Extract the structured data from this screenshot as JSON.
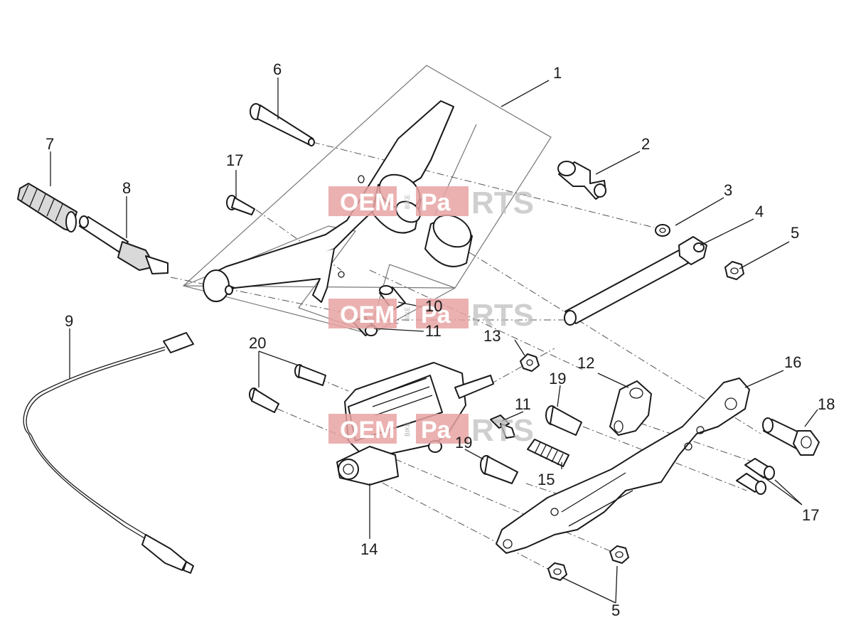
{
  "watermark": {
    "brand_left": "OEM",
    "brand_side": "BIKE",
    "brand_mid": "Pa",
    "brand_right": "RTS"
  },
  "callouts": [
    {
      "id": "c1",
      "text": "1"
    },
    {
      "id": "c2",
      "text": "2"
    },
    {
      "id": "c3",
      "text": "3"
    },
    {
      "id": "c4",
      "text": "4"
    },
    {
      "id": "c5a",
      "text": "5"
    },
    {
      "id": "c5b",
      "text": "5"
    },
    {
      "id": "c6",
      "text": "6"
    },
    {
      "id": "c7",
      "text": "7"
    },
    {
      "id": "c8",
      "text": "8"
    },
    {
      "id": "c9",
      "text": "9"
    },
    {
      "id": "c10",
      "text": "10"
    },
    {
      "id": "c11a",
      "text": "11"
    },
    {
      "id": "c11b",
      "text": "11"
    },
    {
      "id": "c12",
      "text": "12"
    },
    {
      "id": "c13",
      "text": "13"
    },
    {
      "id": "c14",
      "text": "14"
    },
    {
      "id": "c15",
      "text": "15"
    },
    {
      "id": "c16",
      "text": "16"
    },
    {
      "id": "c17a",
      "text": "17"
    },
    {
      "id": "c17b",
      "text": "17"
    },
    {
      "id": "c18",
      "text": "18"
    },
    {
      "id": "c19a",
      "text": "19"
    },
    {
      "id": "c19b",
      "text": "19"
    },
    {
      "id": "c20",
      "text": "20"
    }
  ]
}
